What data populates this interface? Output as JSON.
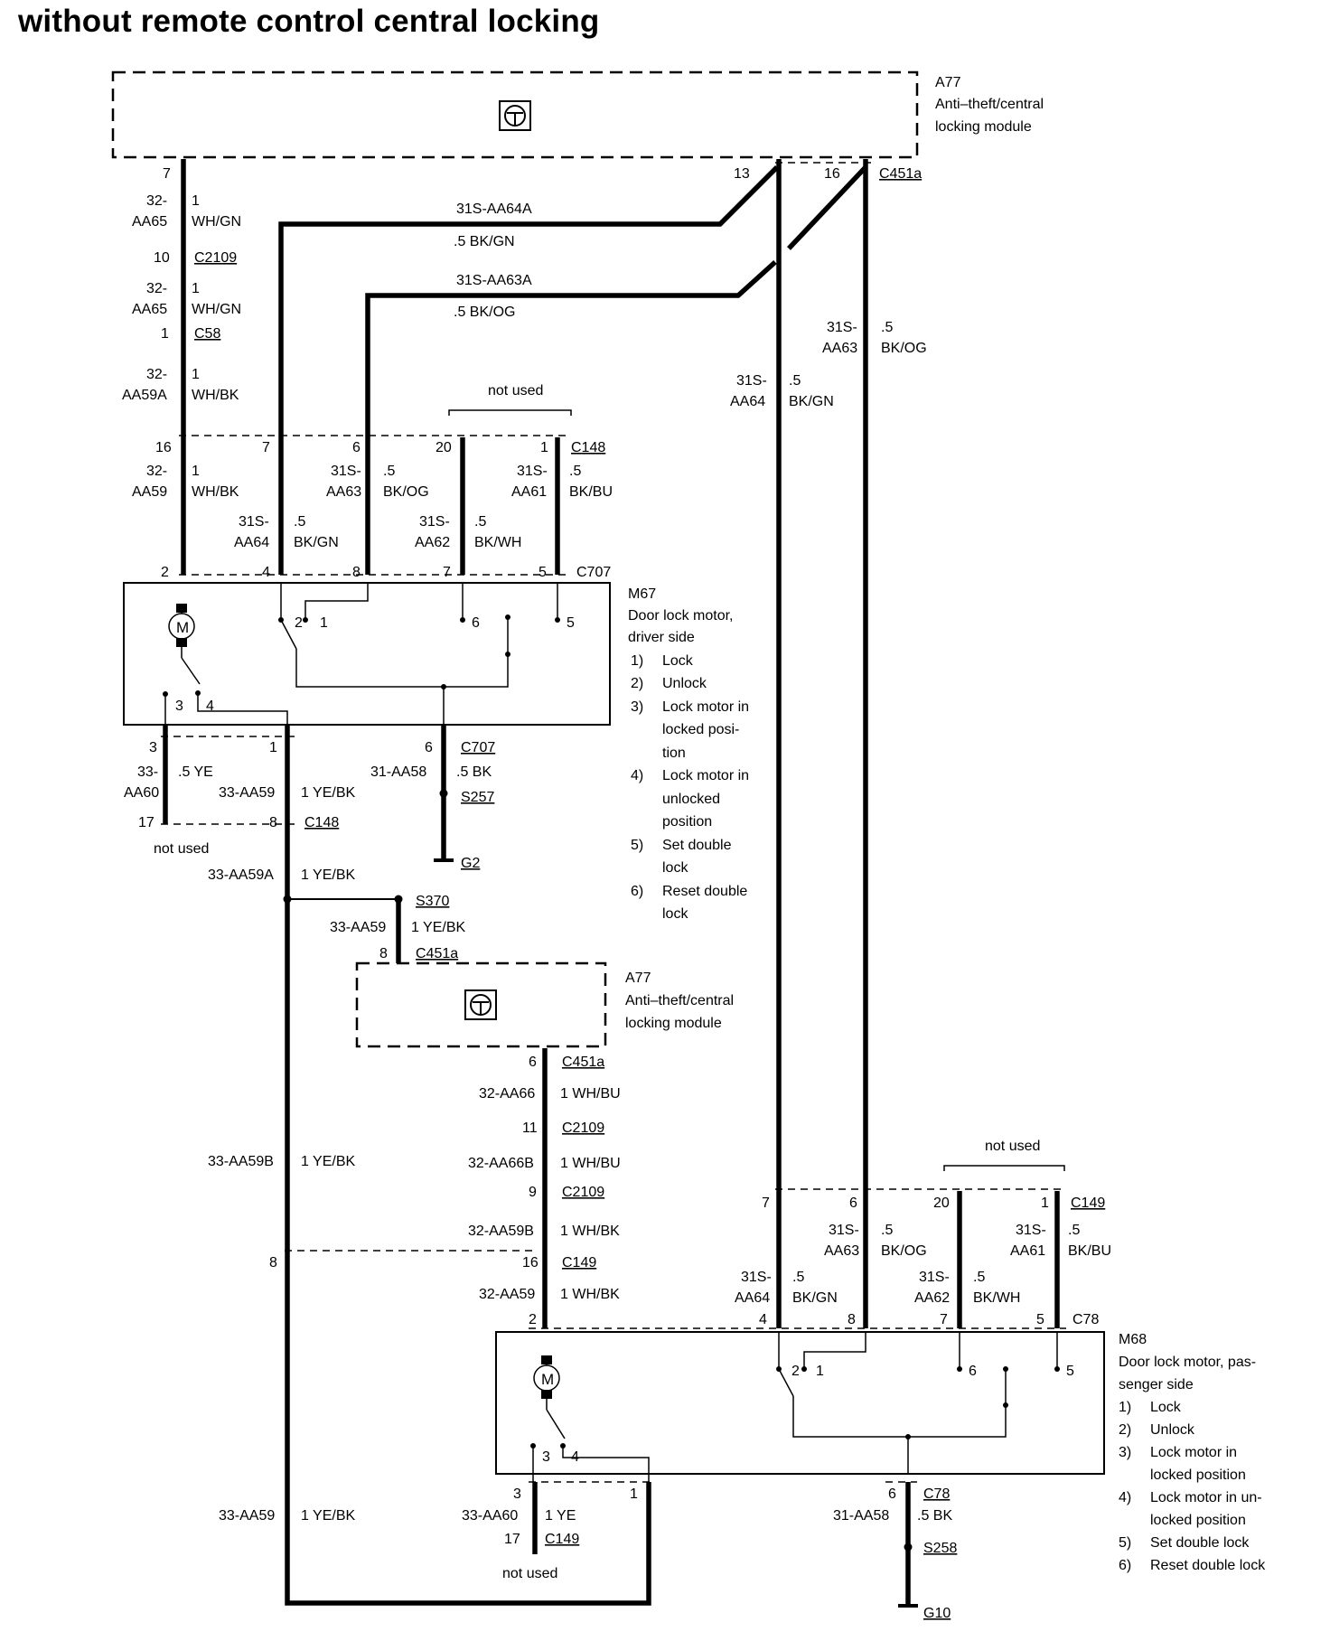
{
  "title": "without remote control central locking",
  "modules": {
    "a77_top": {
      "id": "A77",
      "name_line1": "Anti–theft/central",
      "name_line2": "locking module"
    },
    "a77_mid": {
      "id": "A77",
      "name_line1": "Anti–theft/central",
      "name_line2": "locking module"
    }
  },
  "motors": {
    "m67": {
      "id": "M67",
      "name_line1": "Door lock motor,",
      "name_line2": "driver side",
      "legend": [
        {
          "num": "1)",
          "lines": [
            "Lock"
          ]
        },
        {
          "num": "2)",
          "lines": [
            "Unlock"
          ]
        },
        {
          "num": "3)",
          "lines": [
            "Lock motor in",
            "locked posi-",
            "tion"
          ]
        },
        {
          "num": "4)",
          "lines": [
            "Lock motor in",
            "unlocked",
            "position"
          ]
        },
        {
          "num": "5)",
          "lines": [
            "Set double",
            "lock"
          ]
        },
        {
          "num": "6)",
          "lines": [
            "Reset double",
            "lock"
          ]
        }
      ]
    },
    "m68": {
      "id": "M68",
      "name_line1": "Door lock motor, pas-",
      "name_line2": "senger side",
      "legend": [
        {
          "num": "1)",
          "lines": [
            "Lock"
          ]
        },
        {
          "num": "2)",
          "lines": [
            "Unlock"
          ]
        },
        {
          "num": "3)",
          "lines": [
            "Lock motor in",
            "locked position"
          ]
        },
        {
          "num": "4)",
          "lines": [
            "Lock motor in un-",
            "locked position"
          ]
        },
        {
          "num": "5)",
          "lines": [
            "Set double lock"
          ]
        },
        {
          "num": "6)",
          "lines": [
            "Reset double lock"
          ]
        }
      ]
    }
  },
  "connectors": {
    "c451a": "C451a",
    "c2109": "C2109",
    "c58": "C58",
    "c148": "C148",
    "c707": "C707",
    "c149": "C149",
    "c78": "C78",
    "s257": "S257",
    "s258": "S258",
    "s370": "S370",
    "g2": "G2",
    "g10": "G10"
  },
  "not_used": "not used",
  "pins": {
    "p7": "7",
    "p13": "13",
    "p16": "16",
    "p10": "10",
    "p1": "1",
    "p6": "6",
    "p20": "20",
    "p2": "2",
    "p4": "4",
    "p8": "8",
    "p5": "5",
    "p3": "3",
    "p17": "17",
    "p9": "9",
    "p11": "11"
  },
  "wires": {
    "w_32": "32-",
    "w_aa65": "AA65",
    "w_aa59a": "AA59A",
    "w_aa59": "AA59",
    "w_1": "1",
    "w_whgn": "WH/GN",
    "w_whbk": "WH/BK",
    "w_31s": "31S-",
    "w_aa64": "AA64",
    "w_aa63": "AA63",
    "w_aa62": "AA62",
    "w_aa61": "AA61",
    "w_5": ".5",
    "w_bkgn": "BK/GN",
    "w_bkog": "BK/OG",
    "w_bkwh": "BK/WH",
    "w_bkbu": "BK/BU",
    "w_31s_aa64a": "31S-AA64A",
    "w_5bkgn": ".5 BK/GN",
    "w_31s_aa63a": "31S-AA63A",
    "w_5bkog": ".5 BK/OG",
    "w_33": "33-",
    "w_aa60": "AA60",
    "w_5ye": ".5 YE",
    "w_33aa59": "33-AA59",
    "w_1yebk": "1 YE/BK",
    "w_31aa58": "31-AA58",
    "w_5bk": ".5 BK",
    "w_33aa59a": "33-AA59A",
    "w_33aa59b": "33-AA59B",
    "w_32aa66": "32-AA66",
    "w_1whbu": "1 WH/BU",
    "w_32aa66b": "32-AA66B",
    "w_32aa59b": "32-AA59B",
    "w_1whbk": "1 WH/BK",
    "w_32aa59": "32-AA59",
    "w_33aa60": "33-AA60",
    "w_1ye": "1 YE"
  },
  "motor_symbol": "M"
}
